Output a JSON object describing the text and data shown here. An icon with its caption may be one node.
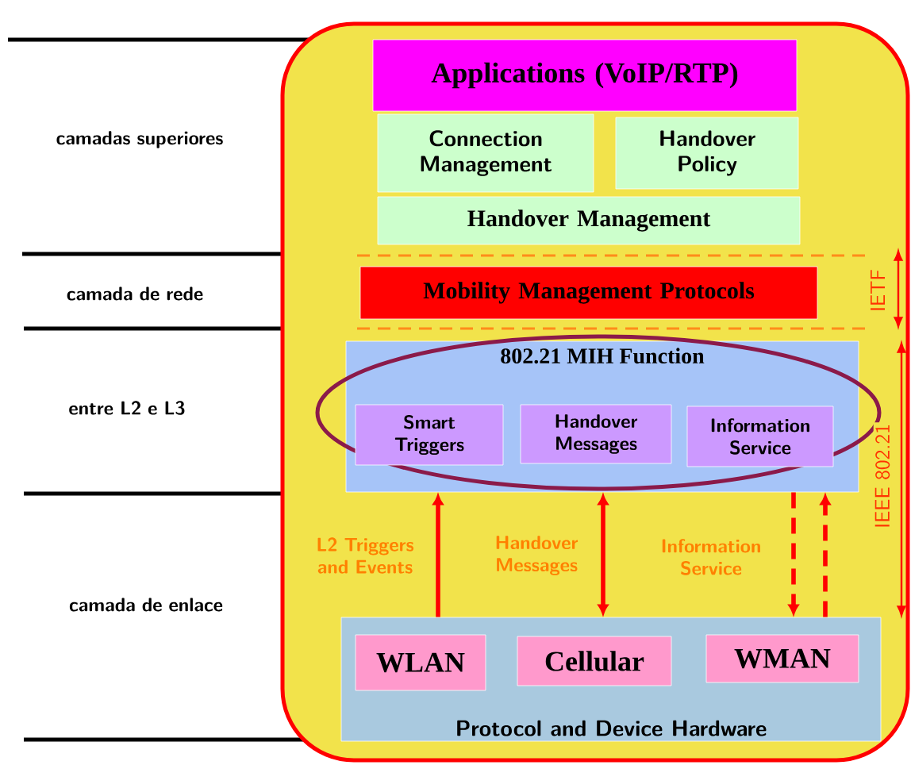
{
  "diagram": {
    "nodes": [
      {
        "text": [],
        "shape": "box"
      },
      {
        "text": [
          "Applications (VoIP/RTP)"
        ],
        "in": 0
      },
      {
        "text": [
          "Connection Management"
        ],
        "in": 0
      },
      {
        "text": [
          "Handover Policy"
        ],
        "in": 0
      },
      {
        "text": [
          "Handover Management"
        ],
        "in": 0
      },
      {
        "text": [
          "Mobility  Management  Protocols"
        ],
        "in": 0
      },
      {
        "text": [
          "802.21 MIH Function"
        ],
        "in": 0
      },
      {
        "text": [
          "Smart Triggers"
        ],
        "in": 6
      },
      {
        "text": [
          "Handover Messages"
        ],
        "in": 6
      },
      {
        "text": [
          "Information Service"
        ],
        "in": 6
      },
      {
        "text": [
          "Protocol and Device Hardware"
        ],
        "in": 0
      },
      {
        "text": [
          "WLAN"
        ],
        "in": 10
      },
      {
        "text": [
          "Cellular"
        ],
        "in": 10
      },
      {
        "text": [
          "WMAN"
        ],
        "in": 10
      }
    ],
    "edges": [
      {
        "from": 10,
        "to": 6,
        "arrow": "to",
        "label": "L2 Triggers and Events"
      },
      {
        "from": 6,
        "to": 10,
        "arrow": "both",
        "label": "Handover Messages"
      },
      {
        "from": 6,
        "to": 10,
        "arrow": "to",
        "style": "dashed",
        "label": "Information Service"
      },
      {
        "from": 10,
        "to": 6,
        "arrow": "to",
        "style": "dashed"
      }
    ],
    "labels": [
      "camadas superiores",
      "camada de rede",
      "entre L2 e L3",
      "camada de enlace",
      "IETF",
      "IEEE 802.21"
    ]
  }
}
